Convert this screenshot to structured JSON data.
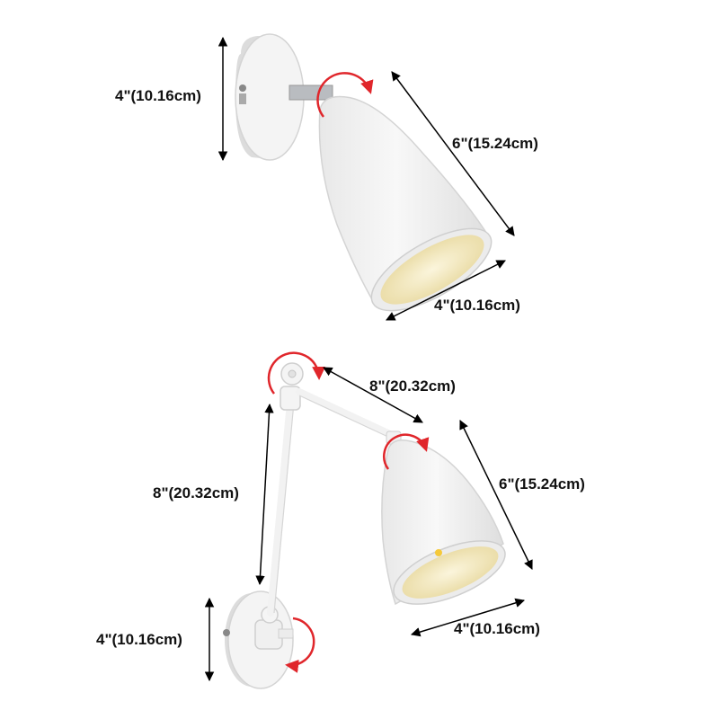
{
  "colors": {
    "lamp_body": "#f3f3f3",
    "lamp_shade_outline": "#d9d9d9",
    "lamp_interior": "#f2e6b8",
    "dimension_line": "#000000",
    "rotation_arrow": "#e0262b",
    "metal_stem": "#b9bcc0"
  },
  "top_lamp": {
    "height_label": "4\"(10.16cm)",
    "length_label": "6\"(15.24cm)",
    "width_label": "4\"(10.16cm)"
  },
  "bottom_lamp": {
    "upper_arm_label": "8\"(20.32cm)",
    "lower_arm_label": "8\"(20.32cm)",
    "shade_length_label": "6\"(15.24cm)",
    "shade_width_label": "4\"(10.16cm)",
    "base_height_label": "4\"(10.16cm)"
  }
}
